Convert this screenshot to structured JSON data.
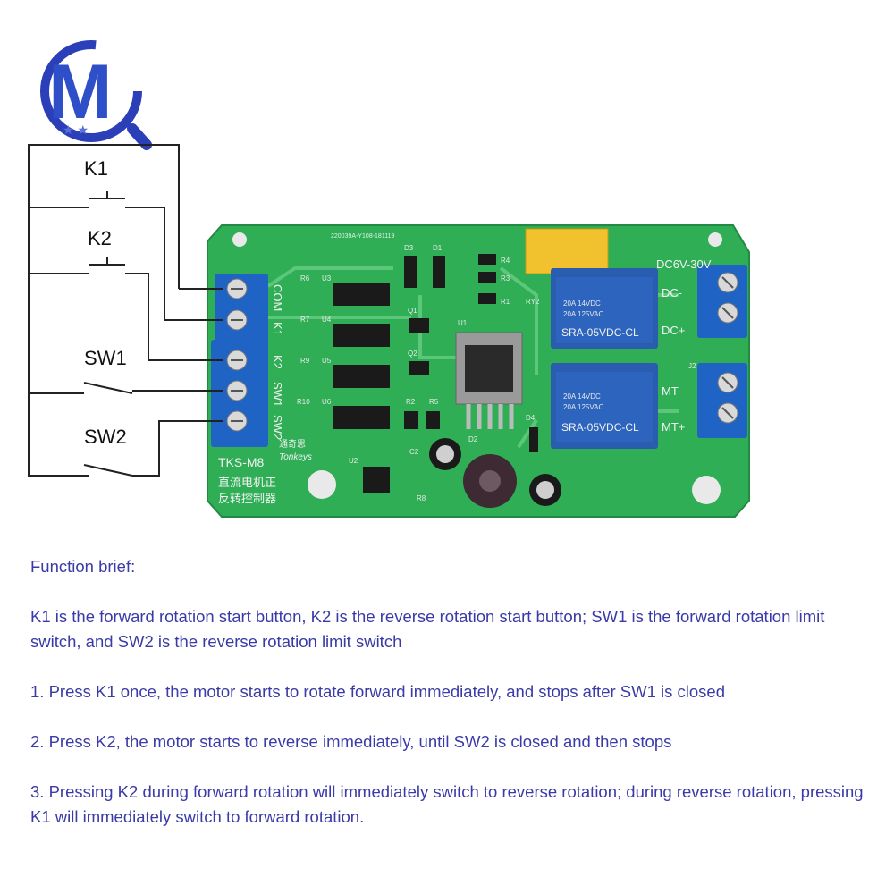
{
  "logo": {
    "letter": "M"
  },
  "circuit": {
    "buttons": [
      "K1",
      "K2"
    ],
    "switches": [
      "SW1",
      "SW2"
    ]
  },
  "board": {
    "model": "TKS-M8",
    "brand": "Tonkeys",
    "brand_cn": "通奇思",
    "title_cn_line1": "直流电机正",
    "title_cn_line2": "反转控制器",
    "serial": "220039A-Y108-181119",
    "input_terminals": [
      "COM",
      "K1",
      "K2",
      "SW1",
      "SW2"
    ],
    "power_label": "DC6V-30V",
    "power_terminals": [
      "DC-",
      "DC+"
    ],
    "motor_terminals": [
      "MT-",
      "MT+"
    ],
    "relay_model": "SRA-05VDC-CL",
    "relay_rating_1": "20A 14VDC",
    "relay_rating_2": "20A 125VAC",
    "designators": [
      "R6",
      "U3",
      "R7",
      "U4",
      "R9",
      "U5",
      "R10",
      "U6",
      "D3",
      "D1",
      "R4",
      "R3",
      "R1",
      "Q1",
      "Q2",
      "U1",
      "R2",
      "R5",
      "C2",
      "D2",
      "D4",
      "U2",
      "R8",
      "RY2",
      "J2"
    ]
  },
  "text": {
    "heading": "Function brief:",
    "intro": "K1 is the forward rotation start button, K2 is the reverse rotation start button; SW1 is the forward rotation limit switch, and SW2 is the reverse rotation limit switch",
    "step1": "1. Press K1 once, the motor starts to rotate forward immediately, and stops after SW1 is closed",
    "step2": "2. Press K2, the motor starts to reverse immediately, until SW2 is closed and then stops",
    "step3": "3. Pressing K2 during forward rotation will immediately switch to reverse rotation; during reverse rotation, pressing K1 will immediately switch to forward rotation."
  },
  "colors": {
    "pcb": "#2fae56",
    "terminal": "#1f63c4",
    "relay": "#2a5db0",
    "capacitor": "#f2c12e",
    "text": "#3a3aa8",
    "wire": "#222222"
  }
}
